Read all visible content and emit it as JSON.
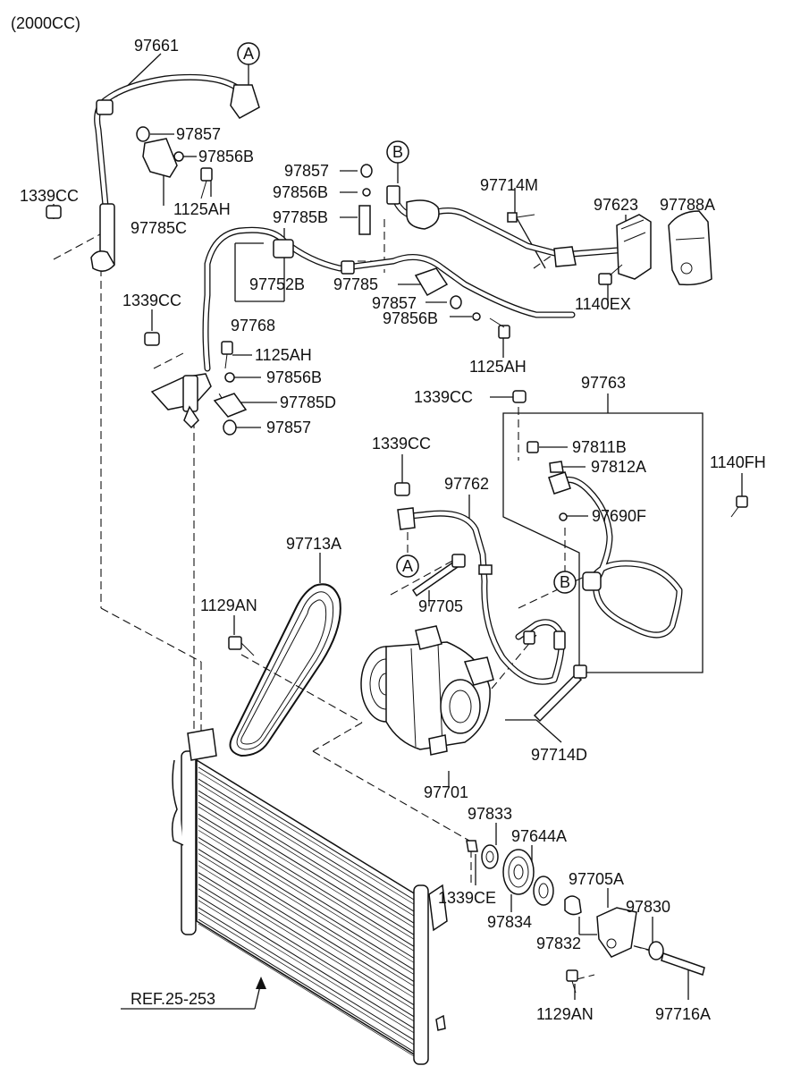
{
  "header": {
    "engine_label": "(2000CC)"
  },
  "markers": {
    "a_top": "A",
    "b_top": "B",
    "a_compressor": "A",
    "b_bottom": "B"
  },
  "labels": {
    "p97661": "97661",
    "p97857_a": "97857",
    "p97856b_a": "97856B",
    "p1125ah_a": "1125AH",
    "p97785c": "97785C",
    "p1339cc_a": "1339CC",
    "p97857_b": "97857",
    "p97856b_b": "97856B",
    "p97785b": "97785B",
    "p97714m": "97714M",
    "p97623": "97623",
    "p97788a": "97788A",
    "p97752b": "97752B",
    "p97785": "97785",
    "p97768": "97768",
    "p1339cc_b": "1339CC",
    "p97857_c": "97857",
    "p97856b_c": "97856B",
    "p1140ex": "1140EX",
    "p1125ah_b": "1125AH",
    "p97856b_d": "97856B",
    "p97785d": "97785D",
    "p97857_d": "97857",
    "p1125ah_c": "1125AH",
    "p1339cc_c": "1339CC",
    "p97763": "97763",
    "p97811b": "97811B",
    "p97812a": "97812A",
    "p1140fh": "1140FH",
    "p1339cc_d": "1339CC",
    "p97762": "97762",
    "p97690f": "97690F",
    "p97713a": "97713A",
    "p97705": "97705",
    "p1129an_a": "1129AN",
    "p97714d": "97714D",
    "p97701": "97701",
    "p97833": "97833",
    "p97644a": "97644A",
    "p1339ce": "1339CE",
    "p97834": "97834",
    "p97705a": "97705A",
    "p97830": "97830",
    "p97832": "97832",
    "p1129an_b": "1129AN",
    "p97716a": "97716A",
    "ref": "REF.25-253"
  }
}
